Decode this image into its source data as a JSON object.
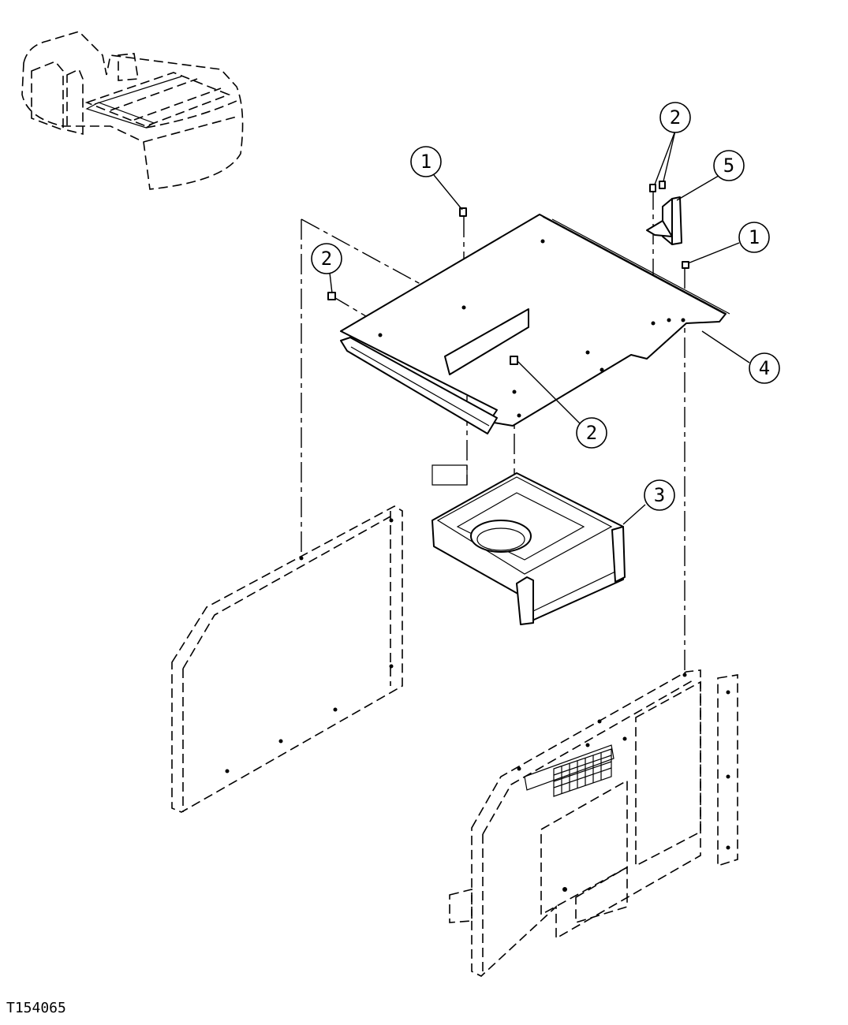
{
  "figure_id": "T154065",
  "callouts": [
    "1",
    "2",
    "5",
    "1",
    "2",
    "4",
    "2",
    "3"
  ]
}
